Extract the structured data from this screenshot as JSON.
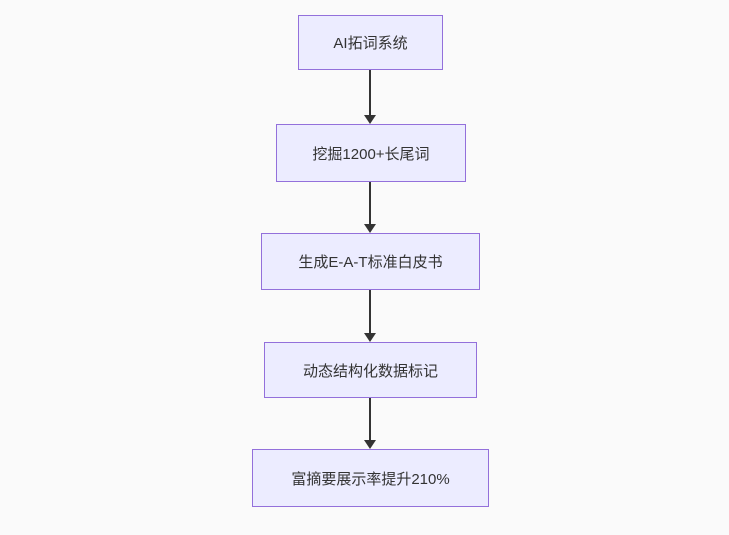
{
  "diagram": {
    "type": "flowchart",
    "direction": "top-down",
    "nodes": [
      {
        "id": "node-1",
        "label": "AI拓词系统"
      },
      {
        "id": "node-2",
        "label": "挖掘1200+长尾词"
      },
      {
        "id": "node-3",
        "label": "生成E-A-T标准白皮书"
      },
      {
        "id": "node-4",
        "label": "动态结构化数据标记"
      },
      {
        "id": "node-5",
        "label": "富摘要展示率提升210%"
      }
    ],
    "edges": [
      {
        "from": "node-1",
        "to": "node-2"
      },
      {
        "from": "node-2",
        "to": "node-3"
      },
      {
        "from": "node-3",
        "to": "node-4"
      },
      {
        "from": "node-4",
        "to": "node-5"
      }
    ],
    "colors": {
      "background": "#fafafa",
      "node_fill": "#ececff",
      "node_border": "#9370db",
      "text": "#333333",
      "arrow": "#333333"
    }
  }
}
